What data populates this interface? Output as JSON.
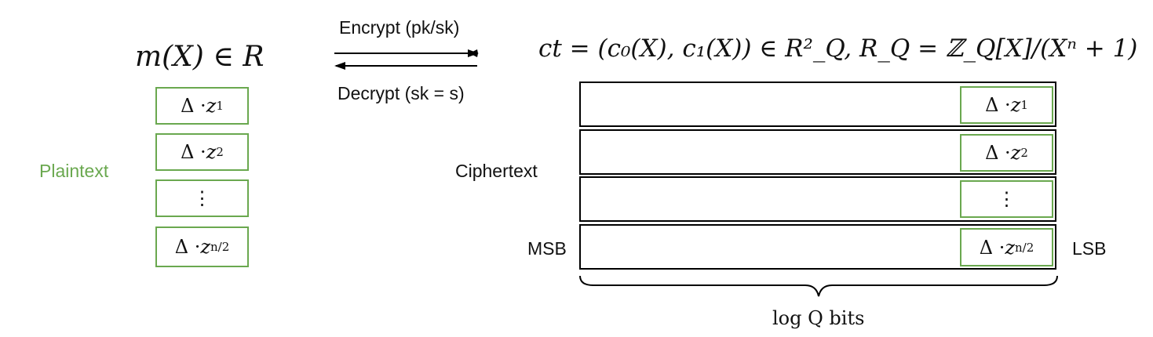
{
  "left": {
    "message_label": "m(X) ∈ R",
    "plaintext_label": "Plaintext",
    "slots": [
      {
        "prefix": "Δ · ",
        "var": "z",
        "sub": "1"
      },
      {
        "prefix": "Δ · ",
        "var": "z",
        "sub": "2"
      },
      {
        "prefix": "⋮",
        "var": "",
        "sub": ""
      },
      {
        "prefix": "Δ · ",
        "var": "z",
        "sub": "n/2"
      }
    ]
  },
  "arrows": {
    "encrypt_label": "Encrypt (pk/sk)",
    "decrypt_label": "Decrypt (sk = s)"
  },
  "right": {
    "ciphertext_formula": "ct = (c₀(X), c₁(X)) ∈ R²_Q,  R_Q = ℤ_Q[X]/(Xⁿ + 1)",
    "ciphertext_label": "Ciphertext",
    "msb_label": "MSB",
    "lsb_label": "LSB",
    "bits_label": "log Q bits",
    "slots": [
      {
        "prefix": "Δ · ",
        "var": "z",
        "sub": "1"
      },
      {
        "prefix": "Δ · ",
        "var": "z",
        "sub": "2"
      },
      {
        "prefix": "⋮",
        "var": "",
        "sub": ""
      },
      {
        "prefix": "Δ · ",
        "var": "z",
        "sub": "n/2"
      }
    ]
  },
  "colors": {
    "green": "#6aa84f",
    "black": "#000000"
  }
}
